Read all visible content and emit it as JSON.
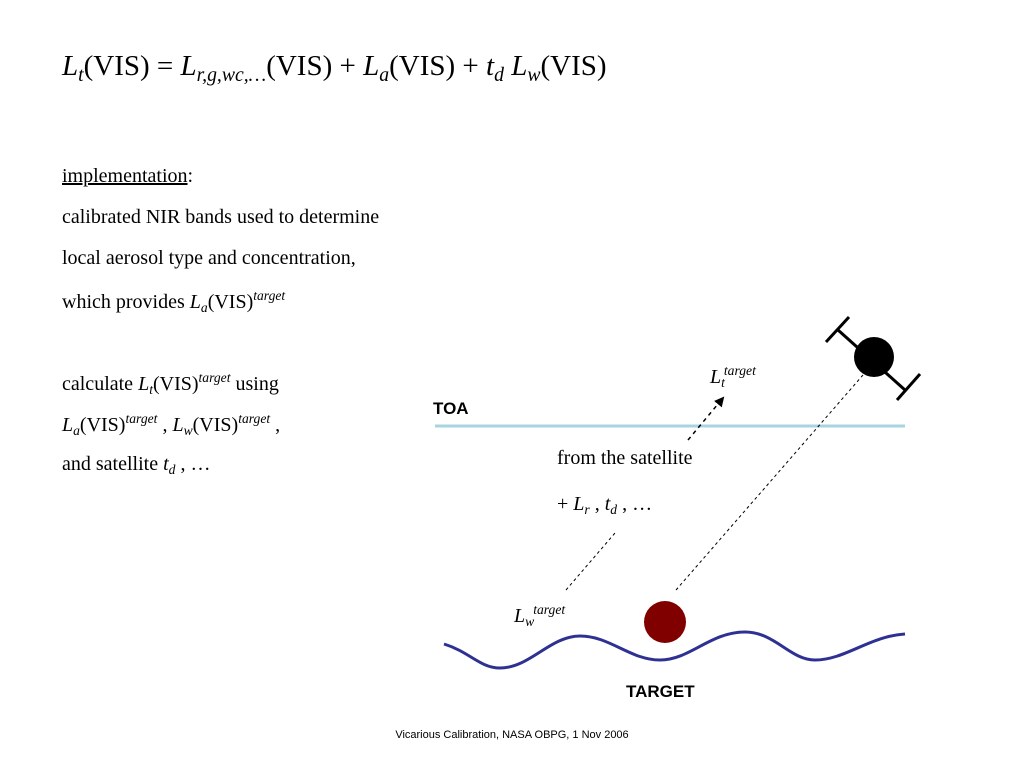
{
  "equation": {
    "lhs_sym": "L",
    "lhs_sub": "t",
    "lhs_arg": "(VIS) = ",
    "t1_sym": "L",
    "t1_sub": "r,g,wc,…",
    "t1_arg": "(VIS) + ",
    "t2_sym": "L",
    "t2_sub": "a",
    "t2_arg": "(VIS) + ",
    "t3_sym": "t",
    "t3_sub": "d",
    "t4_sym": "L",
    "t4_sub": "w",
    "t4_arg": "(VIS)"
  },
  "implementation": {
    "heading": "implementation",
    "colon": ":",
    "line1": "calibrated NIR bands used to determine",
    "line2": "local aerosol type and concentration,",
    "line3_text": "which provides ",
    "line3_sym": "L",
    "line3_sub": "a",
    "line3_arg": "(VIS)",
    "line3_sup": "target"
  },
  "calculate": {
    "l1_text": "calculate ",
    "l1_sym": "L",
    "l1_sub": "t",
    "l1_arg": "(VIS)",
    "l1_sup": "target",
    "l1_after": " using",
    "l2_sym1": "L",
    "l2_sub1": "a",
    "l2_arg1": "(VIS)",
    "l2_sup1": "target",
    "l2_mid": " , ",
    "l2_sym2": "L",
    "l2_sub2": "w",
    "l2_arg2": "(VIS)",
    "l2_sup2": "target",
    "l2_after": " ,",
    "l3_text": "and satellite ",
    "l3_sym": "t",
    "l3_sub": "d",
    "l3_after": " , …"
  },
  "diagram": {
    "toa_label": "TOA",
    "target_label": "TARGET",
    "lt_sym": "L",
    "lt_sub": "t",
    "lt_sup": "target",
    "lw_sym": "L",
    "lw_sub": "w",
    "lw_sup": "target",
    "from_sat": "from the satellite",
    "plus_line_pre": "+ ",
    "plus_sym": "L",
    "plus_sub": "r",
    "plus_mid": " , ",
    "plus_sym2": "t",
    "plus_sub2": "d",
    "plus_after": " , …",
    "colors": {
      "toa_line": "#a8d4df",
      "wave": "#2e3192",
      "target": "#800000",
      "satellite": "#000000"
    }
  },
  "footer": "Vicarious Calibration, NASA OBPG, 1 Nov 2006"
}
